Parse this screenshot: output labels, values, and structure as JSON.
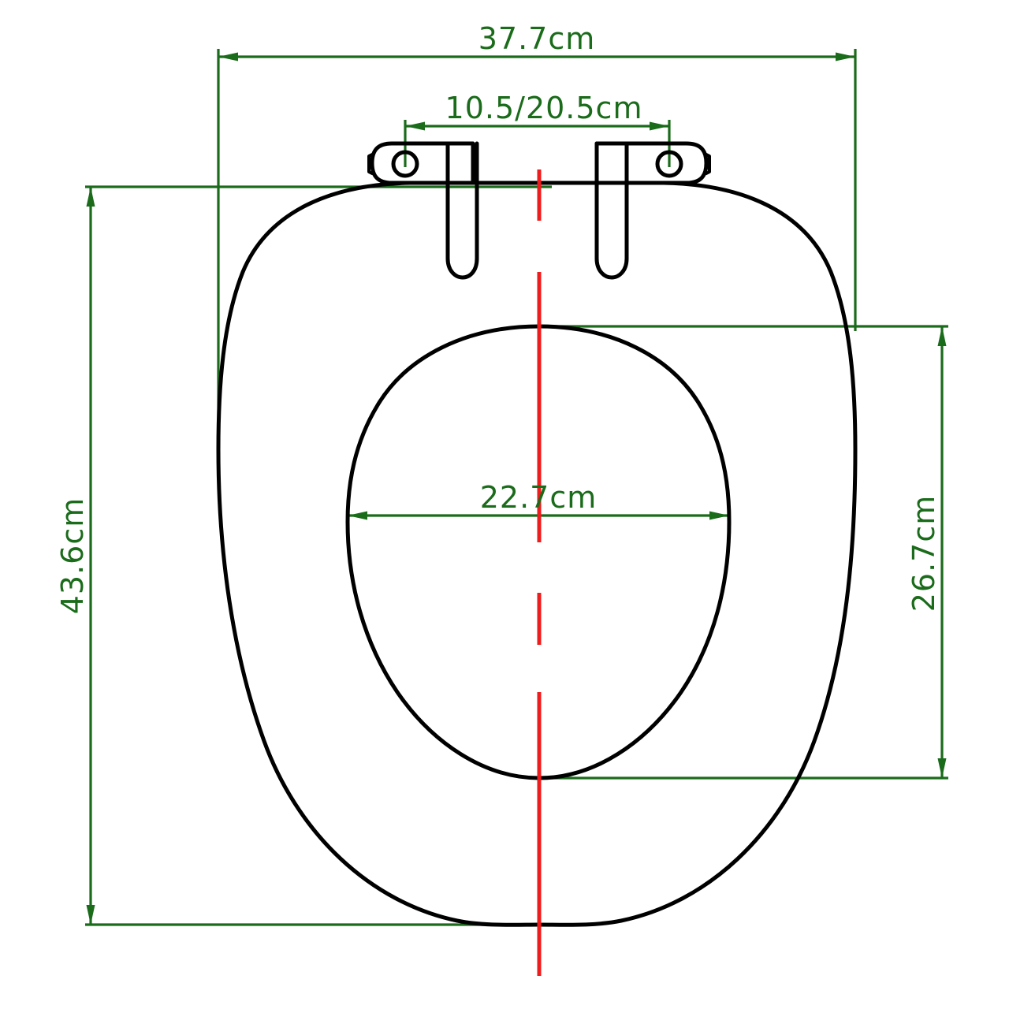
{
  "drawing": {
    "title": "Toilet seat dimensional drawing",
    "view": "top plan view",
    "background_color": "#ffffff",
    "outline_color": "#000000",
    "dimension_color": "#1a6b1a",
    "centerline_color": "#ee1c1c",
    "units": "cm"
  },
  "dimensions": {
    "overall_width": {
      "label": "37.7cm",
      "value": 37.7,
      "unit": "cm",
      "orientation": "horizontal",
      "position": "top"
    },
    "hinge_hole_spacing": {
      "label": "10.5/20.5cm",
      "values": [
        10.5,
        20.5
      ],
      "unit": "cm",
      "orientation": "horizontal",
      "position": "top-inner"
    },
    "overall_length": {
      "label": "43.6cm",
      "value": 43.6,
      "unit": "cm",
      "orientation": "vertical",
      "position": "left"
    },
    "opening_length": {
      "label": "26.7cm",
      "value": 26.7,
      "unit": "cm",
      "orientation": "vertical",
      "position": "right"
    },
    "opening_width": {
      "label": "22.7cm",
      "value": 22.7,
      "unit": "cm",
      "orientation": "horizontal",
      "position": "center"
    }
  },
  "parts": {
    "seat_outline": "outer seat ring contour",
    "seat_opening": "inner oval opening",
    "hinge_plate_left": "left hinge mounting plate",
    "hinge_plate_right": "right hinge mounting plate",
    "hinge_hole_left": "left hinge bolt hole",
    "hinge_hole_right": "right hinge bolt hole",
    "hinge_arm_left": "left hinge arm",
    "hinge_arm_right": "right hinge arm",
    "centerline": "vertical symmetry centerline"
  }
}
